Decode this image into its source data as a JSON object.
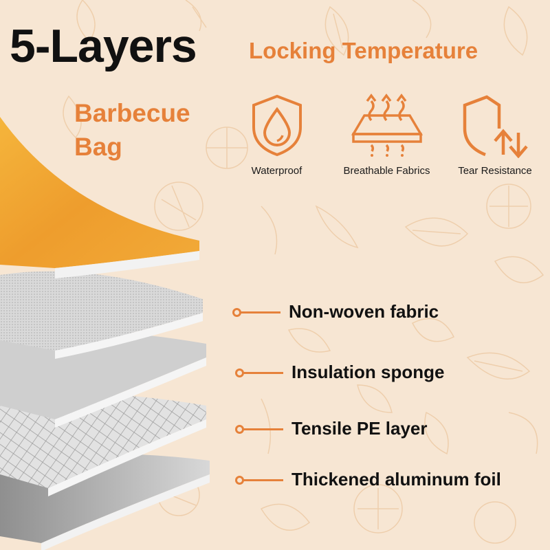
{
  "header": {
    "title": "5-Layers",
    "subtitle": "Locking Temperature",
    "product_line1": "Barbecue",
    "product_line2": "Bag"
  },
  "features": [
    {
      "label": "Waterproof",
      "icon": "shield-water-drop-icon"
    },
    {
      "label": "Breathable Fabrics",
      "icon": "breathable-fabric-icon"
    },
    {
      "label": "Tear Resistance",
      "icon": "shield-arrows-icon"
    }
  ],
  "layers": {
    "items": [
      {
        "label": "Non-woven fabric"
      },
      {
        "label": "Insulation sponge"
      },
      {
        "label": "Tensile PE layer"
      },
      {
        "label": "Thickened aluminum foil"
      }
    ]
  },
  "colors": {
    "accent": "#e6813a",
    "background": "#f7e6d3",
    "text": "#111111",
    "top_layer": "#f0a531"
  }
}
